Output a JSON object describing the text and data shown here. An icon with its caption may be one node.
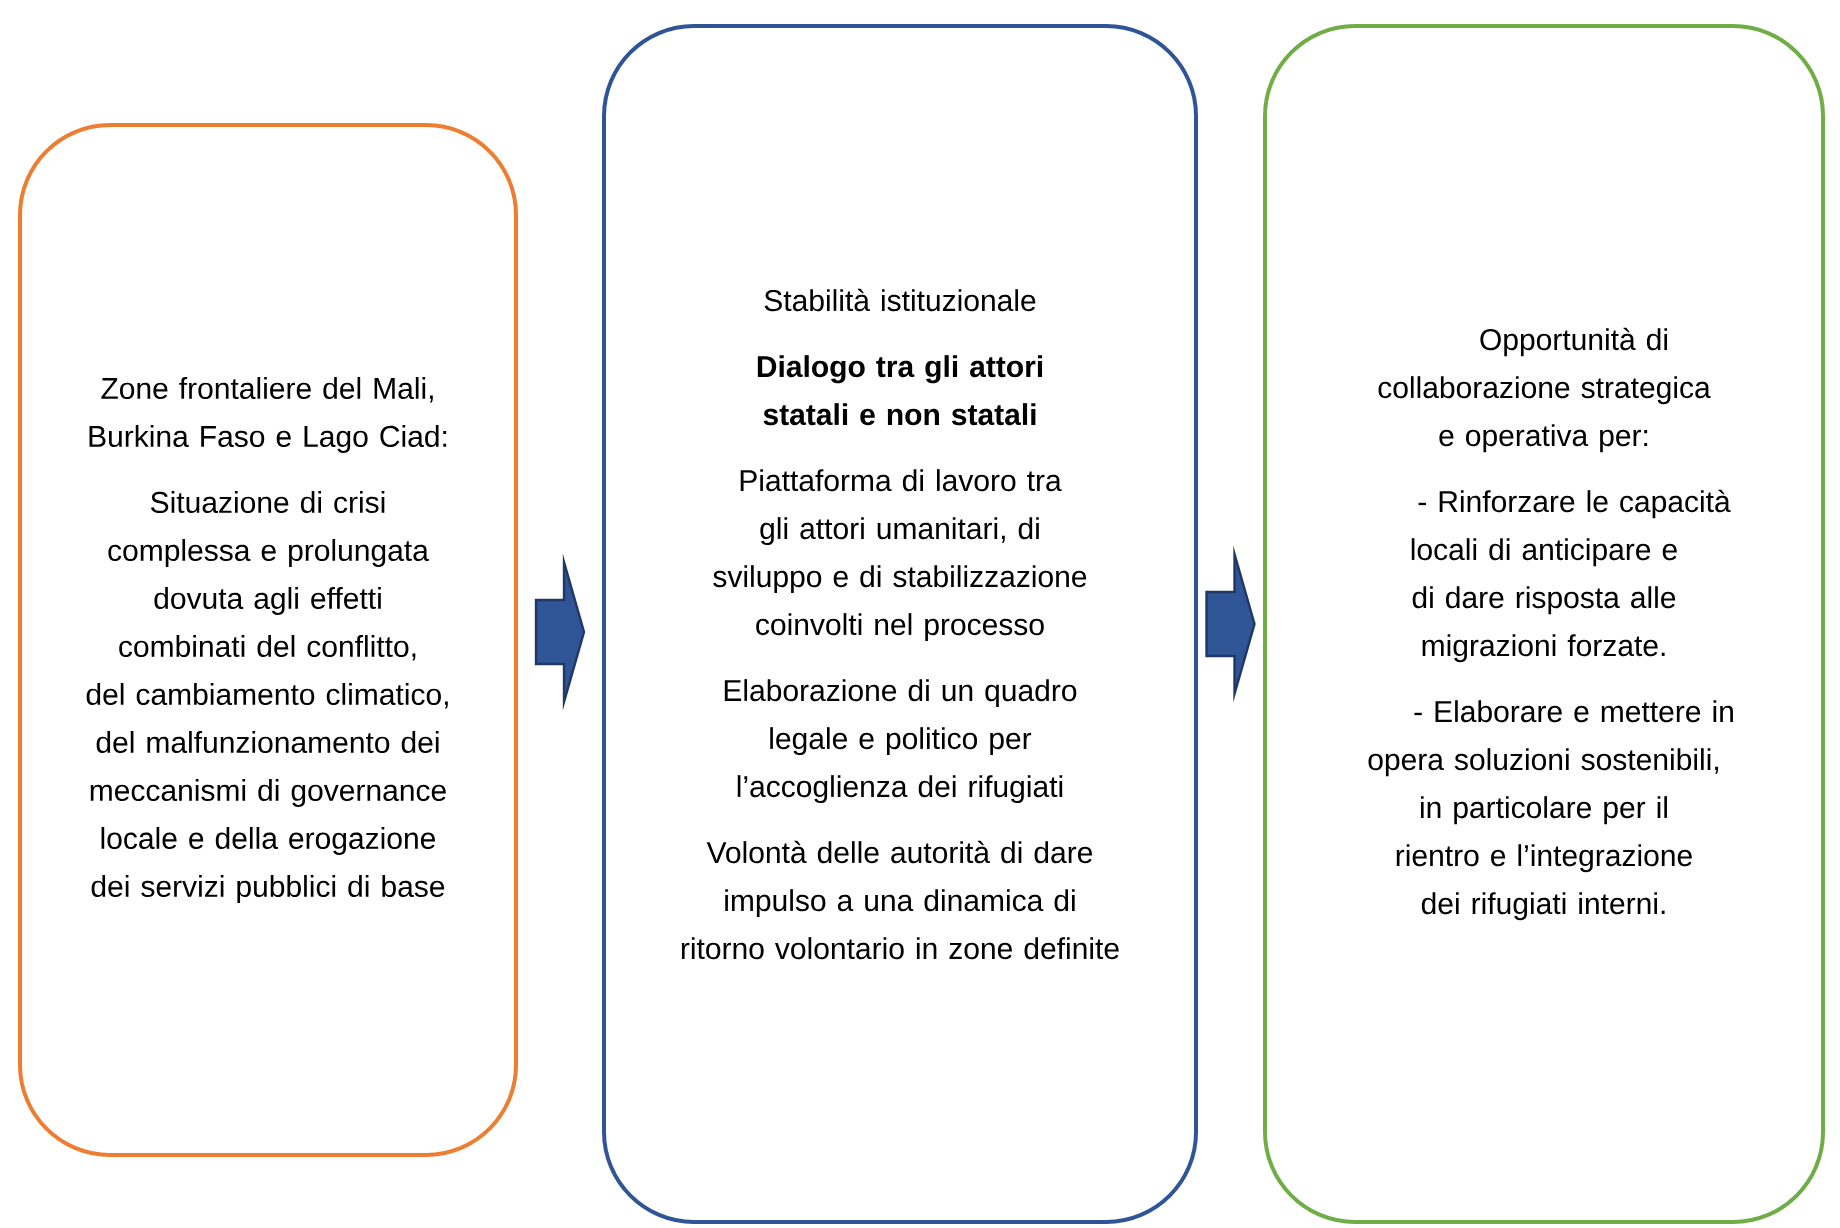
{
  "diagram": {
    "nodes": [
      {
        "text": [
          "Zone frontaliere del Mali, Burkina Faso e Lago Ciad:",
          "Situazione di crisi complessa e prolungata dovuta agli effetti combinati del conflitto, del cambiamento climatico, del malfunzionamento dei meccanismi di governance locale e della erogazione dei servizi pubblici di base"
        ]
      },
      {
        "text": [
          "Stabilità istituzionale",
          "Dialogo tra gli attori statali e non statali",
          "Piattaforma di lavoro tra gli attori umanitari, di sviluppo e di stabilizzazione coinvolti nel processo",
          "Elaborazione di un quadro legale e politico per l’accoglienza dei rifugiati",
          "Volontà delle autorità di dare impulso a una dinamica di ritorno volontario in zone definite"
        ]
      },
      {
        "text": [
          "Opportunità di collaborazione strategica e operativa per:",
          "- Rinforzare le capacità locali di anticipare e di dare risposta alle migrazioni forzate.",
          "- Elaborare e mettere in opera soluzioni sostenibili, in particolare per il rientro e l’integrazione dei rifugiati interni."
        ]
      }
    ],
    "edges": [
      {
        "from": 0,
        "to": 1,
        "arrow": "to"
      },
      {
        "from": 1,
        "to": 2,
        "arrow": "to"
      }
    ]
  }
}
